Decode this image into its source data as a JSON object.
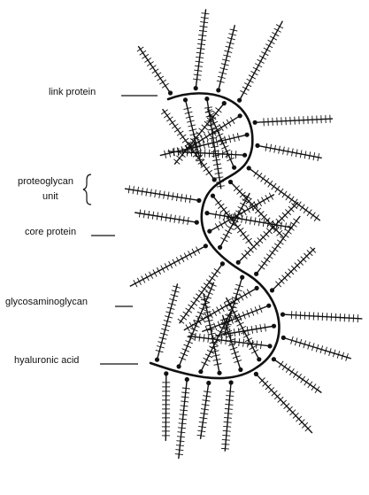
{
  "diagram": {
    "colors": {
      "ink": "#111111",
      "background": "#ffffff"
    },
    "labels": {
      "link_protein": "link protein",
      "proteoglycan_unit_line1": "proteoglycan",
      "proteoglycan_unit_line2": "unit",
      "core_protein": "core protein",
      "glycosaminoglycan": "glycosaminoglycan",
      "hyaluronic_acid": "hyaluronic acid"
    }
  }
}
